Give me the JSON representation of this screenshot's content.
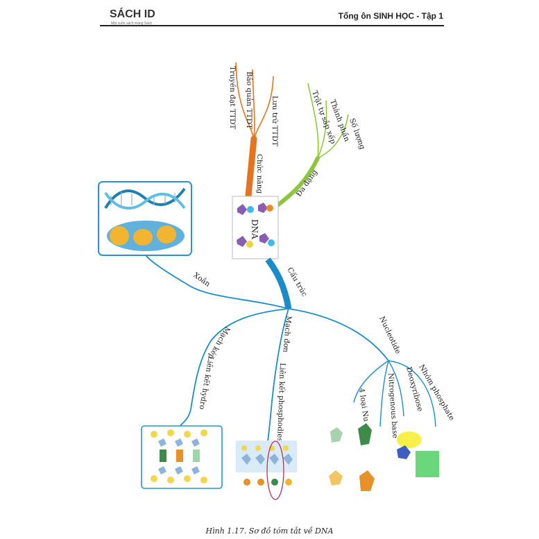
{
  "header": {
    "logo": "SÁCH ID",
    "logo_tagline": "Một cuốn sách mạng Sách",
    "book_title": "Tổng ôn SINH HỌC - Tập 1"
  },
  "center": {
    "label": "DNA"
  },
  "branches": {
    "chuc_nang": {
      "label": "Chức năng",
      "color": "#e8731f",
      "items": [
        "Truyền đạt TTDT",
        "Bảo quản TTDT",
        "Lưu trữ TTDT"
      ]
    },
    "da_dang": {
      "label": "Đa dạng",
      "color": "#8cc63f",
      "items": [
        "Trật tự sắp xếp",
        "Thành phần",
        "Số lượng"
      ]
    },
    "cau_truc": {
      "label": "Cấu trúc",
      "color": "#1b8cc8",
      "xoan": "Xoắn",
      "mach_kep": "Mạch kép",
      "lien_ket_hydro": "Liên kết hydro",
      "mach_don": "Mạch đơn",
      "lien_ket_phosphodiester": "Liên kết phosphodiester",
      "nucleotide": "Nucleotide",
      "nucleotide_items": [
        "4 loại Nu",
        "Nitrogenous base",
        "Deoxyribose",
        "Nhóm phosphate"
      ]
    }
  },
  "caption": "Hình 1.17. Sơ đồ tóm tắt về DNA",
  "colors": {
    "orange": "#e8731f",
    "green": "#8cc63f",
    "blue": "#1b8cc8",
    "helix_frame": "#2a93c9"
  }
}
